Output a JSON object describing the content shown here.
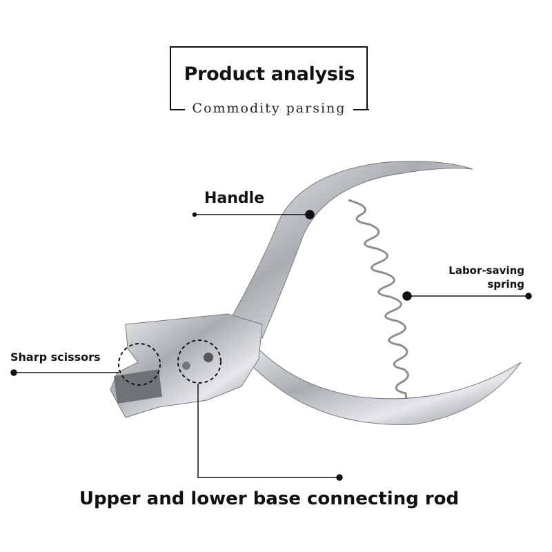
{
  "header": {
    "title": "Product analysis",
    "subtitle": "Commodity parsing"
  },
  "callouts": {
    "handle": "Handle",
    "spring_line1": "Labor-saving",
    "spring_line2": "spring",
    "scissors": "Sharp scissors",
    "rod": "Upper and lower base connecting rod"
  },
  "colors": {
    "text": "#111111",
    "metal": "#b9bcc0"
  }
}
